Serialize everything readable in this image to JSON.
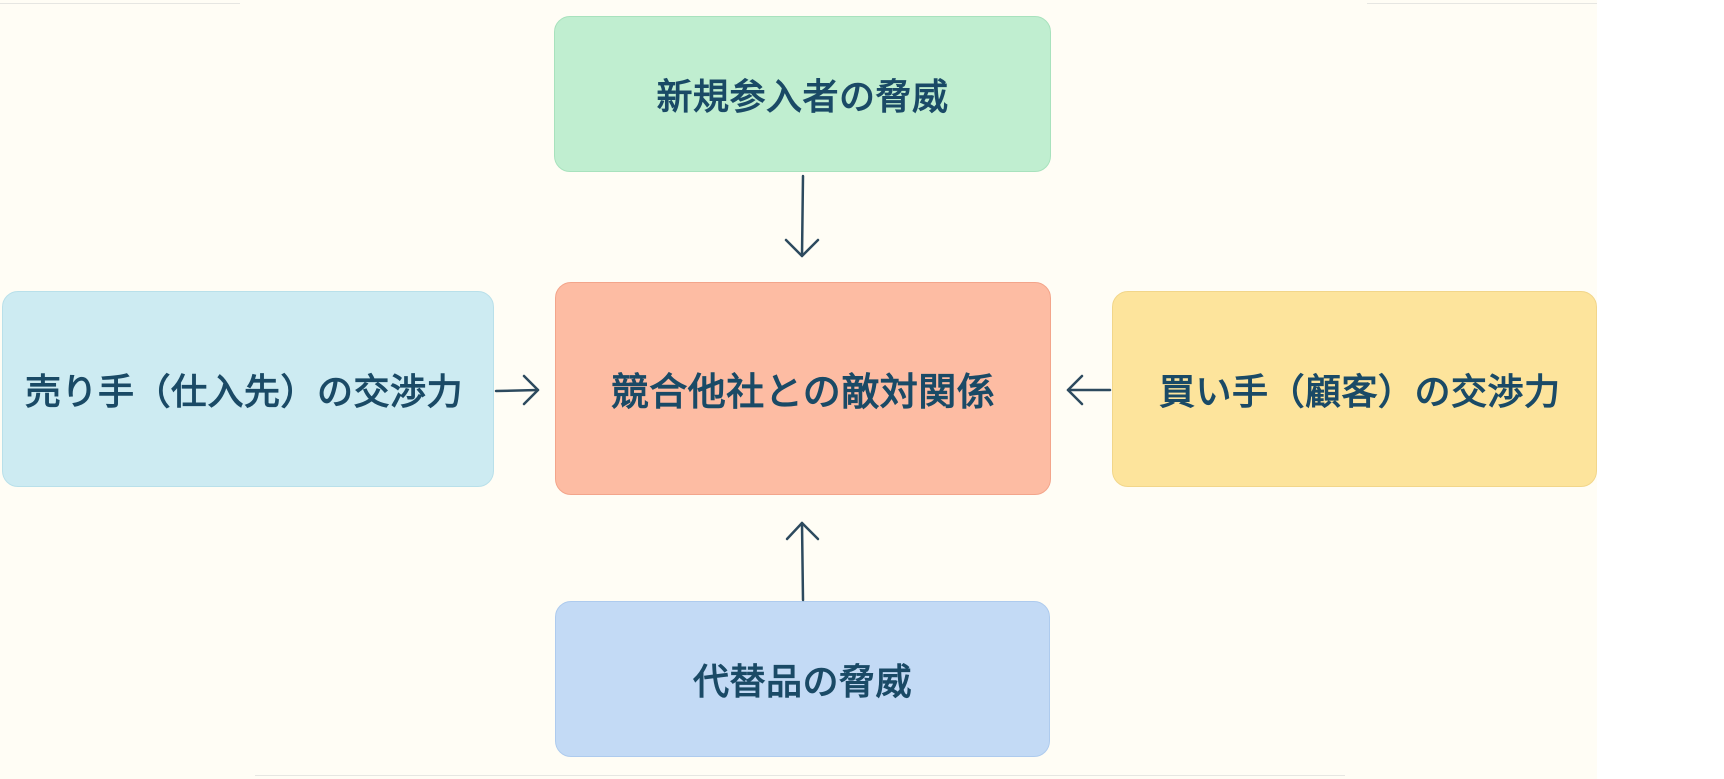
{
  "diagram": {
    "nodes": {
      "new_entrants": "新規参入者の脅威",
      "rivalry": "競合他社との敵対関係",
      "suppliers": "売り手（仕入先）の交渉力",
      "buyers": "買い手（顧客）の交渉力",
      "substitutes": "代替品の脅威"
    },
    "edges": [
      {
        "from": "new_entrants",
        "to": "rivalry"
      },
      {
        "from": "suppliers",
        "to": "rivalry"
      },
      {
        "from": "buyers",
        "to": "rivalry"
      },
      {
        "from": "substitutes",
        "to": "rivalry"
      }
    ],
    "colors": {
      "new_entrants": "#c0eed0",
      "rivalry": "#fdbca3",
      "suppliers": "#cdebf2",
      "buyers": "#fde49c",
      "substitutes": "#c3daf5",
      "text": "#1a4a66",
      "arrow": "#2d4a5e"
    }
  }
}
